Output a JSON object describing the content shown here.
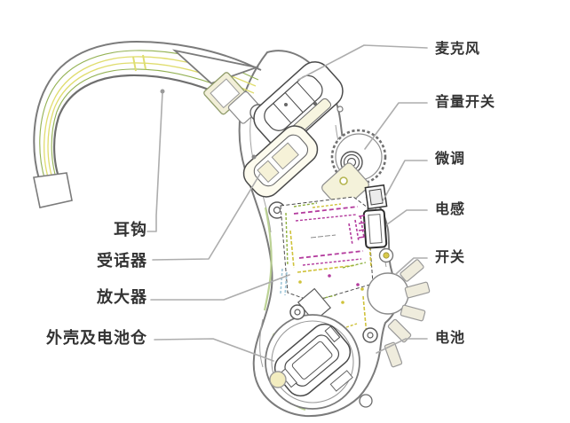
{
  "diagram": {
    "subject": "hearing-aid-structure-diagram",
    "labels": {
      "right": [
        {
          "id": "microphone",
          "text": "麦克风"
        },
        {
          "id": "volume-switch",
          "text": "音量开关"
        },
        {
          "id": "trimmer",
          "text": "微调"
        },
        {
          "id": "telecoil",
          "text": "电感"
        },
        {
          "id": "switch",
          "text": "开关"
        },
        {
          "id": "battery",
          "text": "电池"
        }
      ],
      "left": [
        {
          "id": "ear-hook",
          "text": "耳钩"
        },
        {
          "id": "receiver",
          "text": "受话器"
        },
        {
          "id": "amplifier",
          "text": "放大器"
        },
        {
          "id": "case-and-battery-compartment",
          "text": "外壳及电池仓"
        }
      ]
    },
    "colors": {
      "background": "#ffffff",
      "shell_outline": "#7b7b7b",
      "component_outline": "#3c3c3c",
      "leader_line": "#adadad",
      "label_text": "#333333",
      "tube_green": "#94b254",
      "tube_yellow": "#e0dd6e",
      "board_magenta": "#b43c9e",
      "board_yellow": "#cfc23a",
      "board_green": "#8fb13f",
      "board_blue": "#9fc6d8",
      "tint_cream": "#f2efd8"
    }
  }
}
